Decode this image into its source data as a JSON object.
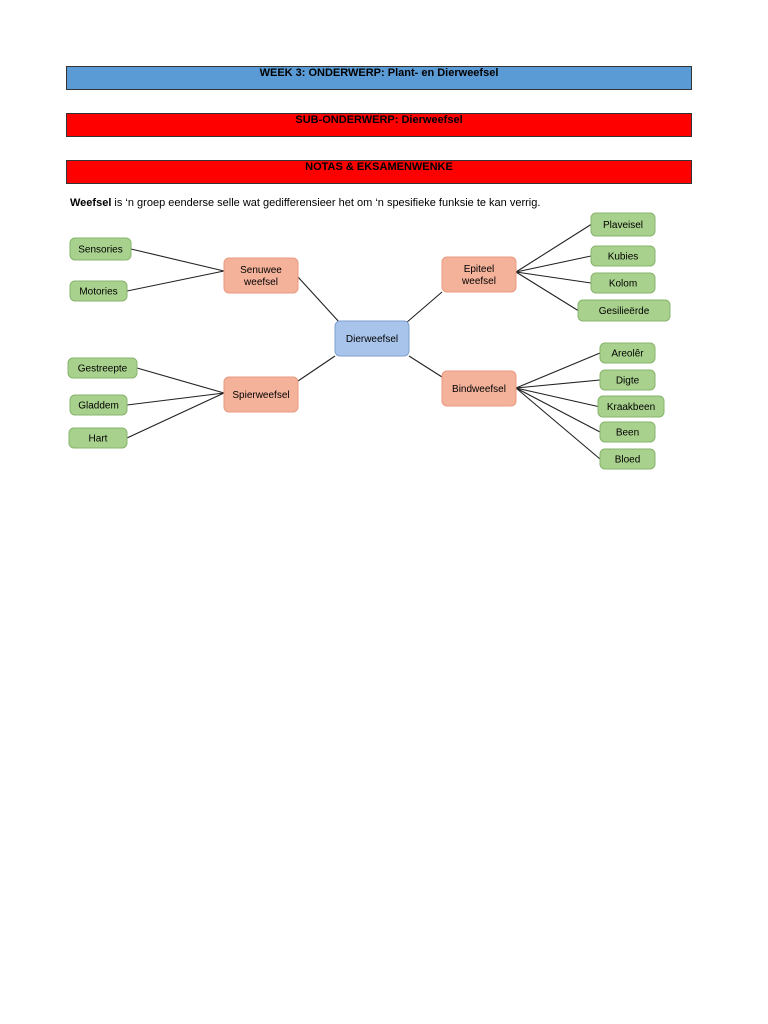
{
  "header": {
    "week_title": "WEEK 3: ONDERWERP: Plant- en Dierweefsel",
    "sub_title": "SUB-ONDERWERP: Dierweefsel",
    "notes_title": "NOTAS & EKSAMENWENKE"
  },
  "intro": {
    "term": "Weefsel",
    "definition": " is ‘n groep eenderse selle wat gedifferensieer het om ‘n spesifieke funksie te kan verrig."
  },
  "colors": {
    "banner_blue": "#5b9bd5",
    "banner_red": "#ff0000",
    "center_fill": "#a9c4eb",
    "category_fill": "#f4b29b",
    "leaf_fill": "#a9d18e"
  },
  "mindmap": {
    "center": "Dierweefsel",
    "categories": [
      {
        "id": "senuwee",
        "label_lines": [
          "Senuwee",
          "weefsel"
        ],
        "children": [
          "Sensories",
          "Motories"
        ]
      },
      {
        "id": "epiteel",
        "label_lines": [
          "Epiteel",
          "weefsel"
        ],
        "children": [
          "Plaveisel",
          "Kubies",
          "Kolom",
          "Gesilieërde"
        ]
      },
      {
        "id": "spier",
        "label_lines": [
          "Spierweefsel"
        ],
        "children": [
          "Gestreepte",
          "Gladdem",
          "Hart"
        ]
      },
      {
        "id": "bind",
        "label_lines": [
          "Bindweefsel"
        ],
        "children": [
          "Areolêr",
          "Digte",
          "Kraakbeen",
          "Been",
          "Bloed"
        ]
      }
    ]
  }
}
